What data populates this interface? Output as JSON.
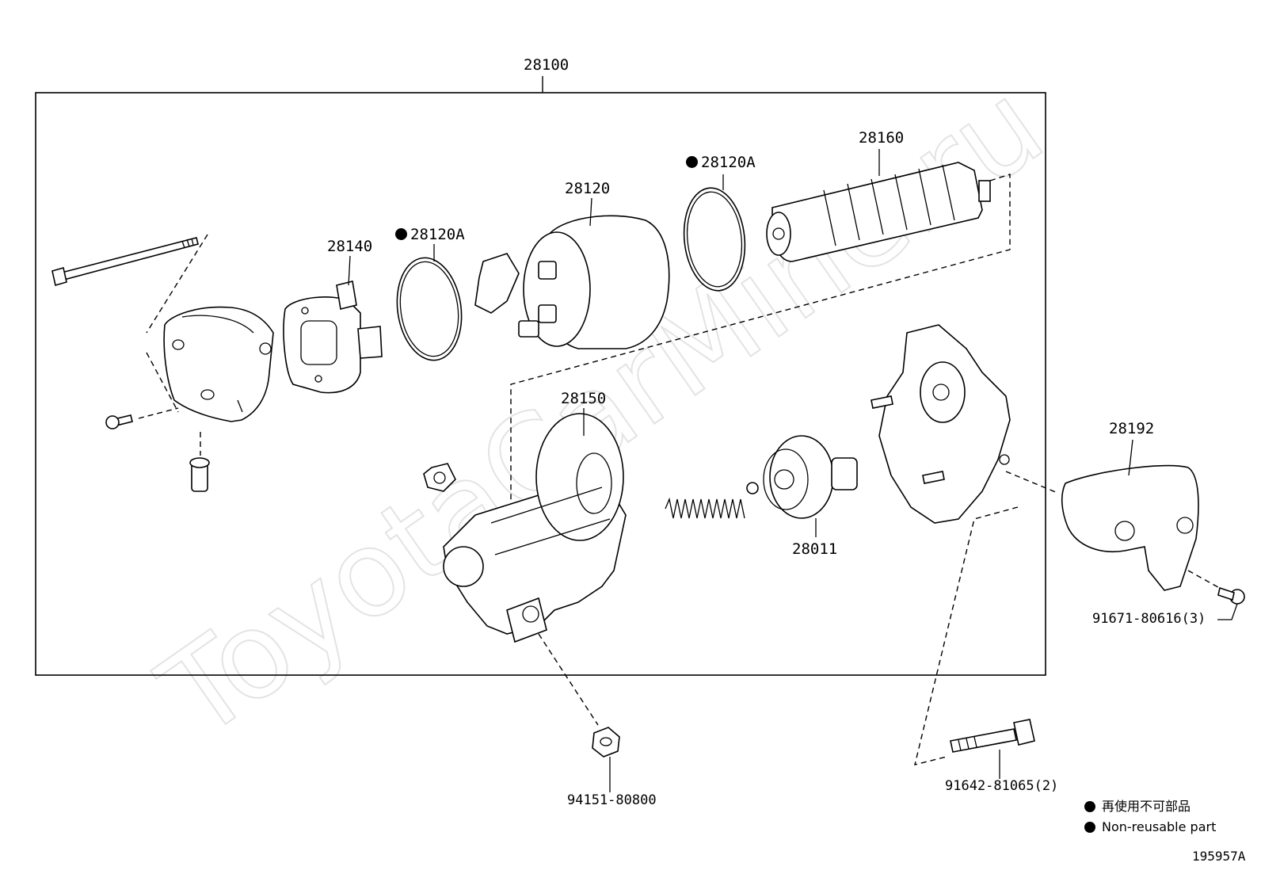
{
  "watermark": "ToyotaCarMine.ru",
  "labels": {
    "assembly": "28100",
    "p28160": "28160",
    "p28120a_top": "28120A",
    "p28120": "28120",
    "p28140": "28140",
    "p28120a_left": "28120A",
    "p28150": "28150",
    "p28192": "28192",
    "p28011": "28011",
    "p91671": "91671-80616(3)",
    "p94151": "94151-80800",
    "p91642": "91642-81065(2)"
  },
  "legend": {
    "jp": "再使用不可部品",
    "en": "Non-reusable part"
  },
  "diagram_id": "195957A"
}
